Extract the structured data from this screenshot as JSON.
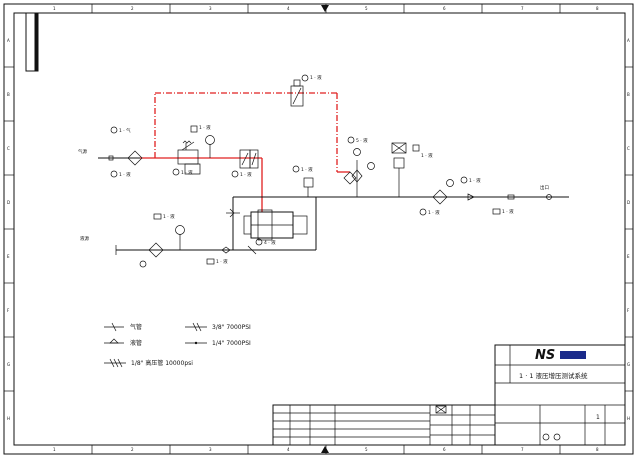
{
  "colors": {
    "line": "#111111",
    "pneumatic": "#e02020",
    "paper": "#ffffff"
  },
  "frame": {
    "top_numbers": [
      "1",
      "2",
      "3",
      "4",
      "5",
      "6",
      "7",
      "8"
    ],
    "bottom_numbers": [
      "1",
      "2",
      "3",
      "4",
      "5",
      "6",
      "7",
      "8"
    ],
    "left_letters": [
      "A",
      "B",
      "C",
      "D",
      "E",
      "F",
      "G",
      "H"
    ],
    "right_letters": [
      "A",
      "B",
      "C",
      "D",
      "E",
      "F",
      "G",
      "H"
    ]
  },
  "labels": {
    "l1": "1 · 气",
    "l2": "气源",
    "l3": "1 · 液",
    "l4": "1 · 液",
    "l5": "1 · 液",
    "l6": "1 · 液",
    "l7": "1 · 液",
    "l8": "1 · 液",
    "l9": "5 · 液",
    "l10": "1 · 液",
    "l11": "1 · 液",
    "l12": "1 · 液",
    "l13": "1 · 液",
    "l14": "1 · 液",
    "l15": "4 · 液",
    "l16": "1 · 液",
    "l17": "出口",
    "l18": "液源"
  },
  "legend": {
    "item1": "气管",
    "item2": "液管",
    "item3": "3/8\"  7000PSI",
    "item4": "1/4\"  7000PSI",
    "item5": "1/8\"  高压管 10000psi"
  },
  "title_block": {
    "company": "NS",
    "drawing_title": "1 · 1 液压增压测试系统",
    "sheet_no": "1"
  }
}
